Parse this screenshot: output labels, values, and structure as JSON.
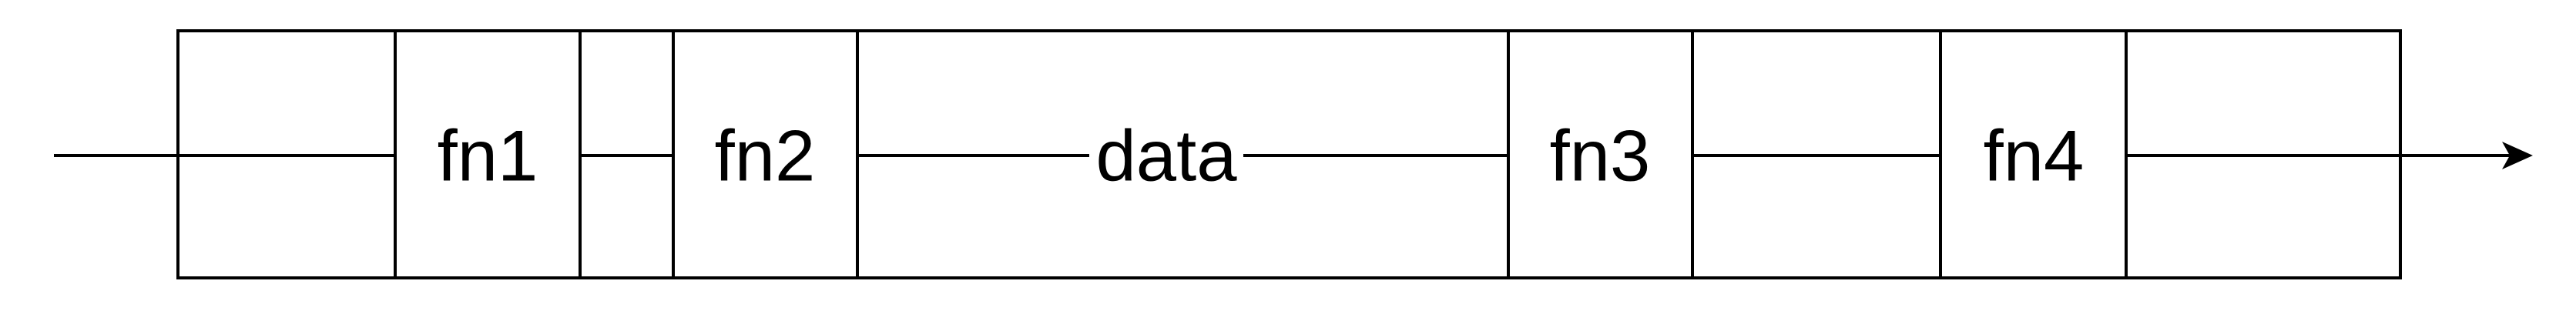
{
  "diagram": {
    "cells": [
      {
        "label": ""
      },
      {
        "label": "fn1"
      },
      {
        "label": ""
      },
      {
        "label": "fn2"
      },
      {
        "label": "data"
      },
      {
        "label": "fn3"
      },
      {
        "label": ""
      },
      {
        "label": "fn4"
      },
      {
        "label": ""
      }
    ],
    "colors": {
      "stroke": "#000000",
      "background": "#ffffff"
    }
  }
}
